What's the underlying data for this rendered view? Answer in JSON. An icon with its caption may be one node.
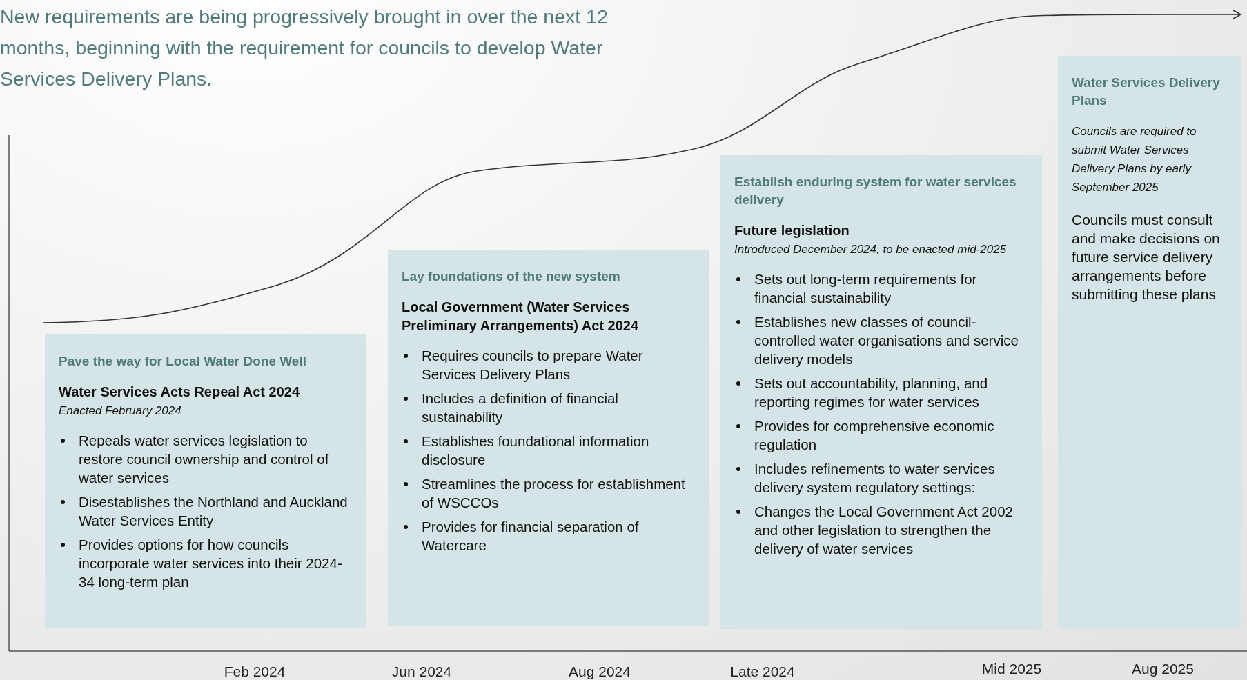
{
  "diagram": {
    "title": "New requirements are being progressively brought in over the next 12 months, beginning with the requirement for councils to develop Water Services Delivery Plans.",
    "nodes": [
      {
        "text": [
          "Pave the way for Local Water Done Well",
          "Water Services Acts Repeal Act 2024",
          "Enacted February 2024",
          "Repeals water services legislation to restore council ownership and control of water services",
          "Disestablishes the Northland and Auckland Water Services Entity",
          "Provides options for how councils incorporate water services into their 2024-34 long-term plan"
        ]
      },
      {
        "text": [
          "Lay foundations of the new system",
          "Local Government (Water Services Preliminary Arrangements) Act 2024",
          "Requires councils to prepare Water Services Delivery Plans",
          "Includes a definition of financial sustainability",
          "Establishes foundational information disclosure",
          "Streamlines the process for establishment of WSCCOs",
          "Provides for financial separation of Watercare"
        ]
      },
      {
        "text": [
          "Establish enduring system for water services delivery",
          "Future legislation",
          "Introduced December 2024, to be enacted mid-2025",
          "Sets out long-term requirements for financial sustainability",
          "Establishes new classes of council-controlled water organisations and service delivery models",
          "Sets out accountability, planning, and reporting regimes for water services",
          "Provides for comprehensive economic regulation",
          "Includes refinements to water services delivery system regulatory settings:",
          "Changes the Local Government Act 2002 and other legislation to strengthen the delivery of water services"
        ]
      },
      {
        "text": [
          "Water Services Delivery Plans",
          "Councils are required to submit Water Services Delivery Plans by early September 2025",
          "Councils must consult and make decisions on future service delivery arrangements before submitting these plans"
        ]
      }
    ],
    "labels": [
      "Feb 2024",
      "Jun 2024",
      "Aug 2024",
      "Late 2024",
      "Mid 2025",
      "Aug 2025"
    ]
  }
}
